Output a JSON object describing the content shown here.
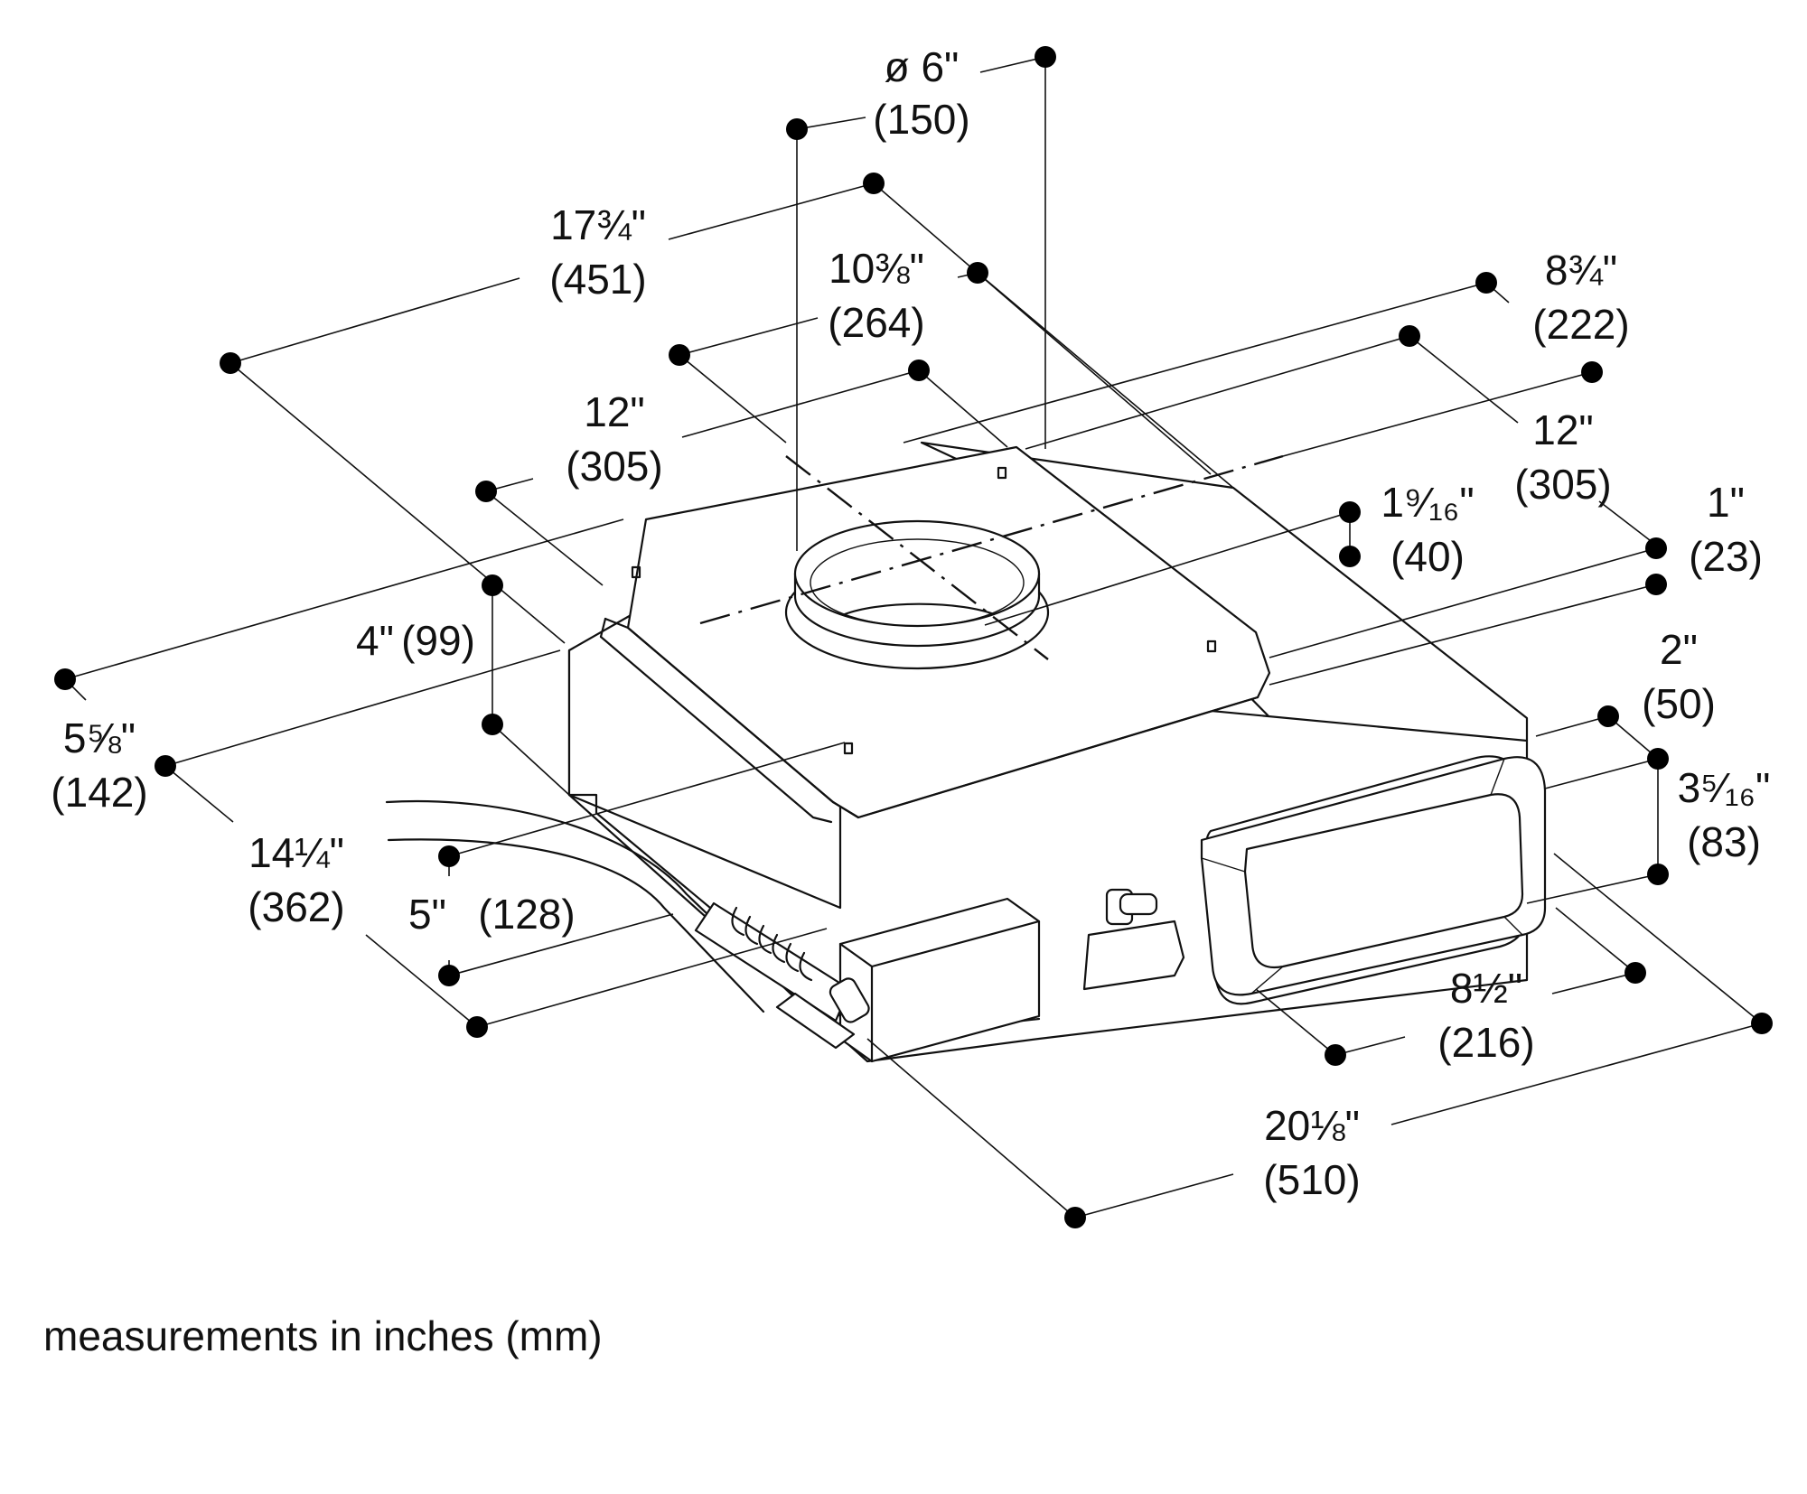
{
  "dimensions": {
    "duct_diameter": {
      "imperial": "ø 6\"",
      "metric": "(150)"
    },
    "overall_depth": {
      "imperial": "17¾\"",
      "metric": "(451)"
    },
    "duct_center_from_side": {
      "imperial": "10⅜\"",
      "metric": "(264)"
    },
    "duct_center_from_front": {
      "imperial": "12\"",
      "metric": "(305)"
    },
    "rear_offset": {
      "imperial": "8¾\"",
      "metric": "(222)"
    },
    "rear_center": {
      "imperial": "12\"",
      "metric": "(305)"
    },
    "flange_height": {
      "imperial": "1⁹⁄₁₆\"",
      "metric": "(40)"
    },
    "top_lip": {
      "imperial": "1\"",
      "metric": "(23)"
    },
    "body_height": {
      "imperial": "4\"",
      "metric": "(99)"
    },
    "front_offset": {
      "imperial": "5⅝\"",
      "metric": "(142)"
    },
    "side_depth": {
      "imperial": "14¼\"",
      "metric": "(362)"
    },
    "cable_offset": {
      "imperial": "5\"",
      "metric": "(128)"
    },
    "rect_duct_offset": {
      "imperial": "2\"",
      "metric": "(50)"
    },
    "rect_duct_height": {
      "imperial": "3⁵⁄₁₆\"",
      "metric": "(83)"
    },
    "rect_duct_width": {
      "imperial": "8½\"",
      "metric": "(216)"
    },
    "overall_width": {
      "imperial": "20⅛\"",
      "metric": "(510)"
    }
  },
  "note": "measurements in inches (mm)"
}
